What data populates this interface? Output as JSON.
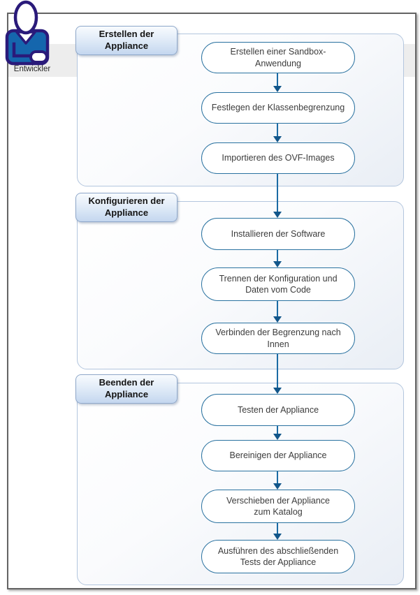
{
  "diagram": {
    "actor": {
      "label": "Entwickler",
      "icon": "developer-person-icon"
    },
    "groups": [
      {
        "label": "Erstellen der\nAppliance",
        "nodes": [
          "Erstellen einer Sandbox-Anwendung",
          "Festlegen der Klassenbegrenzung",
          "Importieren des OVF-Images"
        ]
      },
      {
        "label": "Konfigurieren der\nAppliance",
        "nodes": [
          "Installieren der Software",
          "Trennen der Konfiguration und\nDaten vom Code",
          "Verbinden der Begrenzung nach Innen"
        ]
      },
      {
        "label": "Beenden der\nAppliance",
        "nodes": [
          "Testen der Appliance",
          "Bereinigen der Appliance",
          "Verschieben der Appliance\nzum Katalog",
          "Ausführen des abschließenden\nTests der Appliance"
        ]
      }
    ],
    "colors": {
      "node_border": "#2a72a0",
      "arrow_shaft": "#1b6ba4",
      "arrow_head": "#12568a",
      "group_border": "#b3c6de",
      "label_border": "#8fa8ca",
      "label_fill": "#c4d7ef",
      "actor_fill": "#1566ad",
      "actor_outline": "#2a1a7a",
      "band": "#ededed",
      "frame_border": "#646464"
    }
  }
}
